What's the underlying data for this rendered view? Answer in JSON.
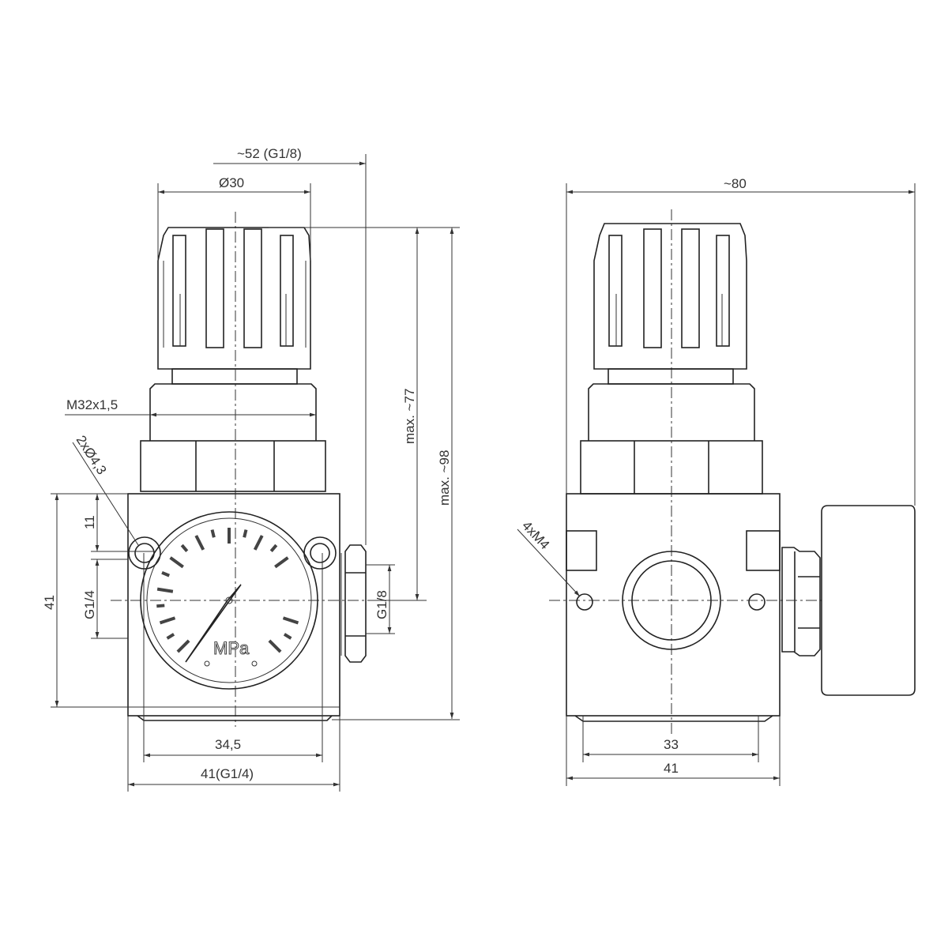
{
  "front_view": {
    "dims": {
      "width_overall": "~52 (G1/8)",
      "knob_diameter": "Ø30",
      "thread": "M32x1,5",
      "holes": "2xØ4,3",
      "height_77": "max. ~77",
      "height_98": "max. ~98",
      "body_height": "41",
      "hole_offset": "11",
      "port_in": "G1/4",
      "port_gauge": "G1/8",
      "width_inner": "34,5",
      "width_body": "41(G1/4)"
    },
    "gauge_unit": "MPa"
  },
  "side_view": {
    "dims": {
      "width_overall": "~80",
      "threads": "4xM4",
      "width_inner": "33",
      "width_body": "41"
    }
  }
}
